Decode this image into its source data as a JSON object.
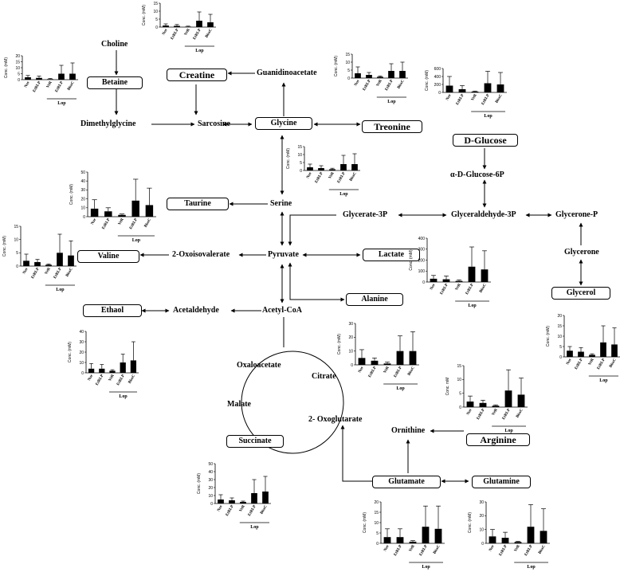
{
  "nodes": {
    "choline": "Choline",
    "betaine": "Betaine",
    "dimethylglycine": "Dimethylglycine",
    "creatine": "Creatine",
    "guanidinoacetate": "Guanidinoacetate",
    "sarcosine": "Sarcosine",
    "glycine": "Glycine",
    "treonine": "Treonine",
    "d_glucose": "D-Glucose",
    "glucose_6p": "α-D-Glucose-6P",
    "taurine": "Taurine",
    "serine": "Serine",
    "glycerate_3p": "Glycerate-3P",
    "glyceraldehyde_3p": "Glyceraldehyde-3P",
    "glycerone_p": "Glycerone-P",
    "valine": "Valine",
    "oxoisovalerate": "2-Oxoisovalerate",
    "pyruvate": "Pyruvate",
    "lactate": "Lactate",
    "glycerone": "Glycerone",
    "alanine": "Alanine",
    "glycerol": "Glycerol",
    "ethaol": "Ethaol",
    "acetaldehyde": "Acetaldehyde",
    "acetyl_coa": "Acetyl-CoA",
    "oxaloacetate": "Oxaloacetate",
    "citrate": "Citrate",
    "malate": "Malate",
    "oxoglutarate": "2- Oxoglutarate",
    "ornithine": "Ornithine",
    "arginine": "Arginine",
    "succinate": "Succinate",
    "glutamate": "Glutamate",
    "glutamine": "Glutamine"
  },
  "chart_data": [
    {
      "id": "betaine",
      "type": "bar",
      "categories": [
        "Nor",
        "EtRLP",
        "VeR",
        "EtRLP",
        "BissC"
      ],
      "group_label": "Lop",
      "ylabel": "Conc. (mM)",
      "ylim": [
        0,
        20
      ],
      "yticks": [
        0,
        5,
        10,
        15,
        20
      ],
      "values": [
        2,
        1.5,
        0.5,
        5,
        5
      ],
      "errors": [
        1.5,
        1.5,
        0.5,
        7,
        9
      ]
    },
    {
      "id": "creatine",
      "type": "bar",
      "categories": [
        "Nor",
        "EtRLP",
        "VeR",
        "EtRLP",
        "BissC"
      ],
      "group_label": "Lop",
      "ylabel": "Conc. (mM)",
      "ylim": [
        0,
        15
      ],
      "yticks": [
        0,
        5,
        10,
        15
      ],
      "values": [
        1,
        0.8,
        0.3,
        4,
        3
      ],
      "errors": [
        1,
        0.8,
        0.3,
        5.5,
        5
      ]
    },
    {
      "id": "glycine",
      "type": "bar",
      "categories": [
        "Nor",
        "EtRLP",
        "VeR",
        "EtRLP",
        "BissC"
      ],
      "group_label": "Lop",
      "ylabel": "Conc. (mM)",
      "ylim": [
        0,
        15
      ],
      "yticks": [
        0,
        5,
        10,
        15
      ],
      "values": [
        2,
        1.5,
        0.8,
        4,
        4
      ],
      "errors": [
        2,
        1.5,
        0.6,
        5.5,
        6.5
      ]
    },
    {
      "id": "treonine",
      "type": "bar",
      "categories": [
        "Nor",
        "EtRLP",
        "VeR",
        "EtRLP",
        "BissC"
      ],
      "group_label": "Lop",
      "ylabel": "Conc. (mM)",
      "ylim": [
        0,
        15
      ],
      "yticks": [
        0,
        5,
        10,
        15
      ],
      "values": [
        3,
        2,
        0.8,
        4.5,
        4.5
      ],
      "errors": [
        4,
        1.5,
        0.5,
        4.5,
        5.5
      ]
    },
    {
      "id": "d_glucose",
      "type": "bar",
      "categories": [
        "Nor",
        "EtRLP",
        "VeR",
        "EtRLP",
        "BissC"
      ],
      "group_label": "Lop",
      "ylabel": "Conc. (mM)",
      "ylim": [
        0,
        600
      ],
      "yticks": [
        0,
        200,
        400,
        600
      ],
      "values": [
        170,
        80,
        20,
        230,
        200
      ],
      "errors": [
        230,
        90,
        15,
        300,
        300
      ]
    },
    {
      "id": "taurine",
      "type": "bar",
      "categories": [
        "Nor",
        "EtRLP",
        "VeR",
        "EtRLP",
        "BissC"
      ],
      "group_label": "Lop",
      "ylabel": "Conc. (mM)",
      "ylim": [
        0,
        50
      ],
      "yticks": [
        0,
        10,
        20,
        30,
        40,
        50
      ],
      "values": [
        9,
        6,
        2,
        18,
        13
      ],
      "errors": [
        10,
        4,
        1,
        24,
        19
      ]
    },
    {
      "id": "valine",
      "type": "bar",
      "categories": [
        "Nor",
        "EtRLP",
        "VeR",
        "EtRLP",
        "BissC"
      ],
      "group_label": "Lop",
      "ylabel": "Conc. (mM)",
      "ylim": [
        0,
        15
      ],
      "yticks": [
        0,
        5,
        10,
        15
      ],
      "values": [
        2,
        1.5,
        0.5,
        5,
        4
      ],
      "errors": [
        2.5,
        1,
        0.3,
        7,
        5.5
      ]
    },
    {
      "id": "lactate",
      "type": "bar",
      "categories": [
        "Nor",
        "EtRLP",
        "VeR",
        "EtRLP",
        "BissC"
      ],
      "group_label": "Lop",
      "ylabel": "Conc. (mM)",
      "ylim": [
        0,
        400
      ],
      "yticks": [
        0,
        100,
        200,
        300,
        400
      ],
      "values": [
        30,
        25,
        10,
        140,
        115
      ],
      "errors": [
        30,
        30,
        10,
        180,
        170
      ]
    },
    {
      "id": "glycerol",
      "type": "bar",
      "categories": [
        "Nor",
        "EtRLP",
        "VeR",
        "EtRLP",
        "BissC"
      ],
      "group_label": "Lop",
      "ylabel": "Conc. (mM)",
      "ylim": [
        0,
        20
      ],
      "yticks": [
        0,
        5,
        10,
        15,
        20
      ],
      "values": [
        3,
        2.5,
        1,
        7,
        6
      ],
      "errors": [
        2,
        2,
        0.5,
        8,
        8
      ]
    },
    {
      "id": "ethaol",
      "type": "bar",
      "categories": [
        "Nor",
        "EtRLP",
        "VeR",
        "EtRLP",
        "BissC"
      ],
      "group_label": "Lop",
      "ylabel": "Conc. (mM)",
      "ylim": [
        0,
        40
      ],
      "yticks": [
        0,
        10,
        20,
        30,
        40
      ],
      "values": [
        4,
        4,
        2,
        10,
        12
      ],
      "errors": [
        5,
        4,
        1,
        8,
        18
      ]
    },
    {
      "id": "citrate",
      "type": "bar",
      "categories": [
        "Nor",
        "EtRLP",
        "VeR",
        "EtRLP",
        "BissC"
      ],
      "group_label": "Lop",
      "ylabel": "Conc. (mM)",
      "ylim": [
        0,
        30
      ],
      "yticks": [
        0,
        10,
        20,
        30
      ],
      "values": [
        5,
        3,
        1,
        10,
        10
      ],
      "errors": [
        6,
        2,
        1,
        11,
        14
      ]
    },
    {
      "id": "arginine",
      "type": "bar",
      "categories": [
        "Nor",
        "EtRLP",
        "VeR",
        "EtRLP",
        "BissC"
      ],
      "group_label": "Lop",
      "ylabel": "Conc. mM",
      "ylim": [
        0,
        15
      ],
      "yticks": [
        0,
        5,
        10,
        15
      ],
      "values": [
        2,
        1.5,
        0.5,
        6,
        4.5
      ],
      "errors": [
        2,
        1,
        0.3,
        7.5,
        6
      ]
    },
    {
      "id": "succinate",
      "type": "bar",
      "categories": [
        "Nor",
        "EtRLP",
        "VeR",
        "EtRLP",
        "BissC"
      ],
      "group_label": "Lop",
      "ylabel": "Conc. (mM)",
      "ylim": [
        0,
        50
      ],
      "yticks": [
        0,
        10,
        20,
        30,
        40,
        50
      ],
      "values": [
        5,
        4,
        2,
        13,
        15
      ],
      "errors": [
        6,
        3,
        1,
        17,
        19
      ]
    },
    {
      "id": "glutamate",
      "type": "bar",
      "categories": [
        "Nor",
        "EtRLP",
        "VeR",
        "EtRLP",
        "BissC"
      ],
      "group_label": "Lop",
      "ylabel": "Conc. (mM)",
      "ylim": [
        0,
        20
      ],
      "yticks": [
        0,
        5,
        10,
        15,
        20
      ],
      "values": [
        3,
        3,
        0.8,
        8,
        7
      ],
      "errors": [
        4,
        4,
        0.5,
        10,
        11
      ]
    },
    {
      "id": "glutamine",
      "type": "bar",
      "categories": [
        "Nor",
        "EtRLP",
        "VeR",
        "EtRLP",
        "BissC"
      ],
      "group_label": "Lop",
      "ylabel": "Conc. (mM)",
      "ylim": [
        0,
        30
      ],
      "yticks": [
        0,
        10,
        20,
        30
      ],
      "values": [
        5,
        4,
        1,
        12,
        9
      ],
      "errors": [
        5,
        4,
        0.5,
        16,
        16
      ]
    }
  ]
}
